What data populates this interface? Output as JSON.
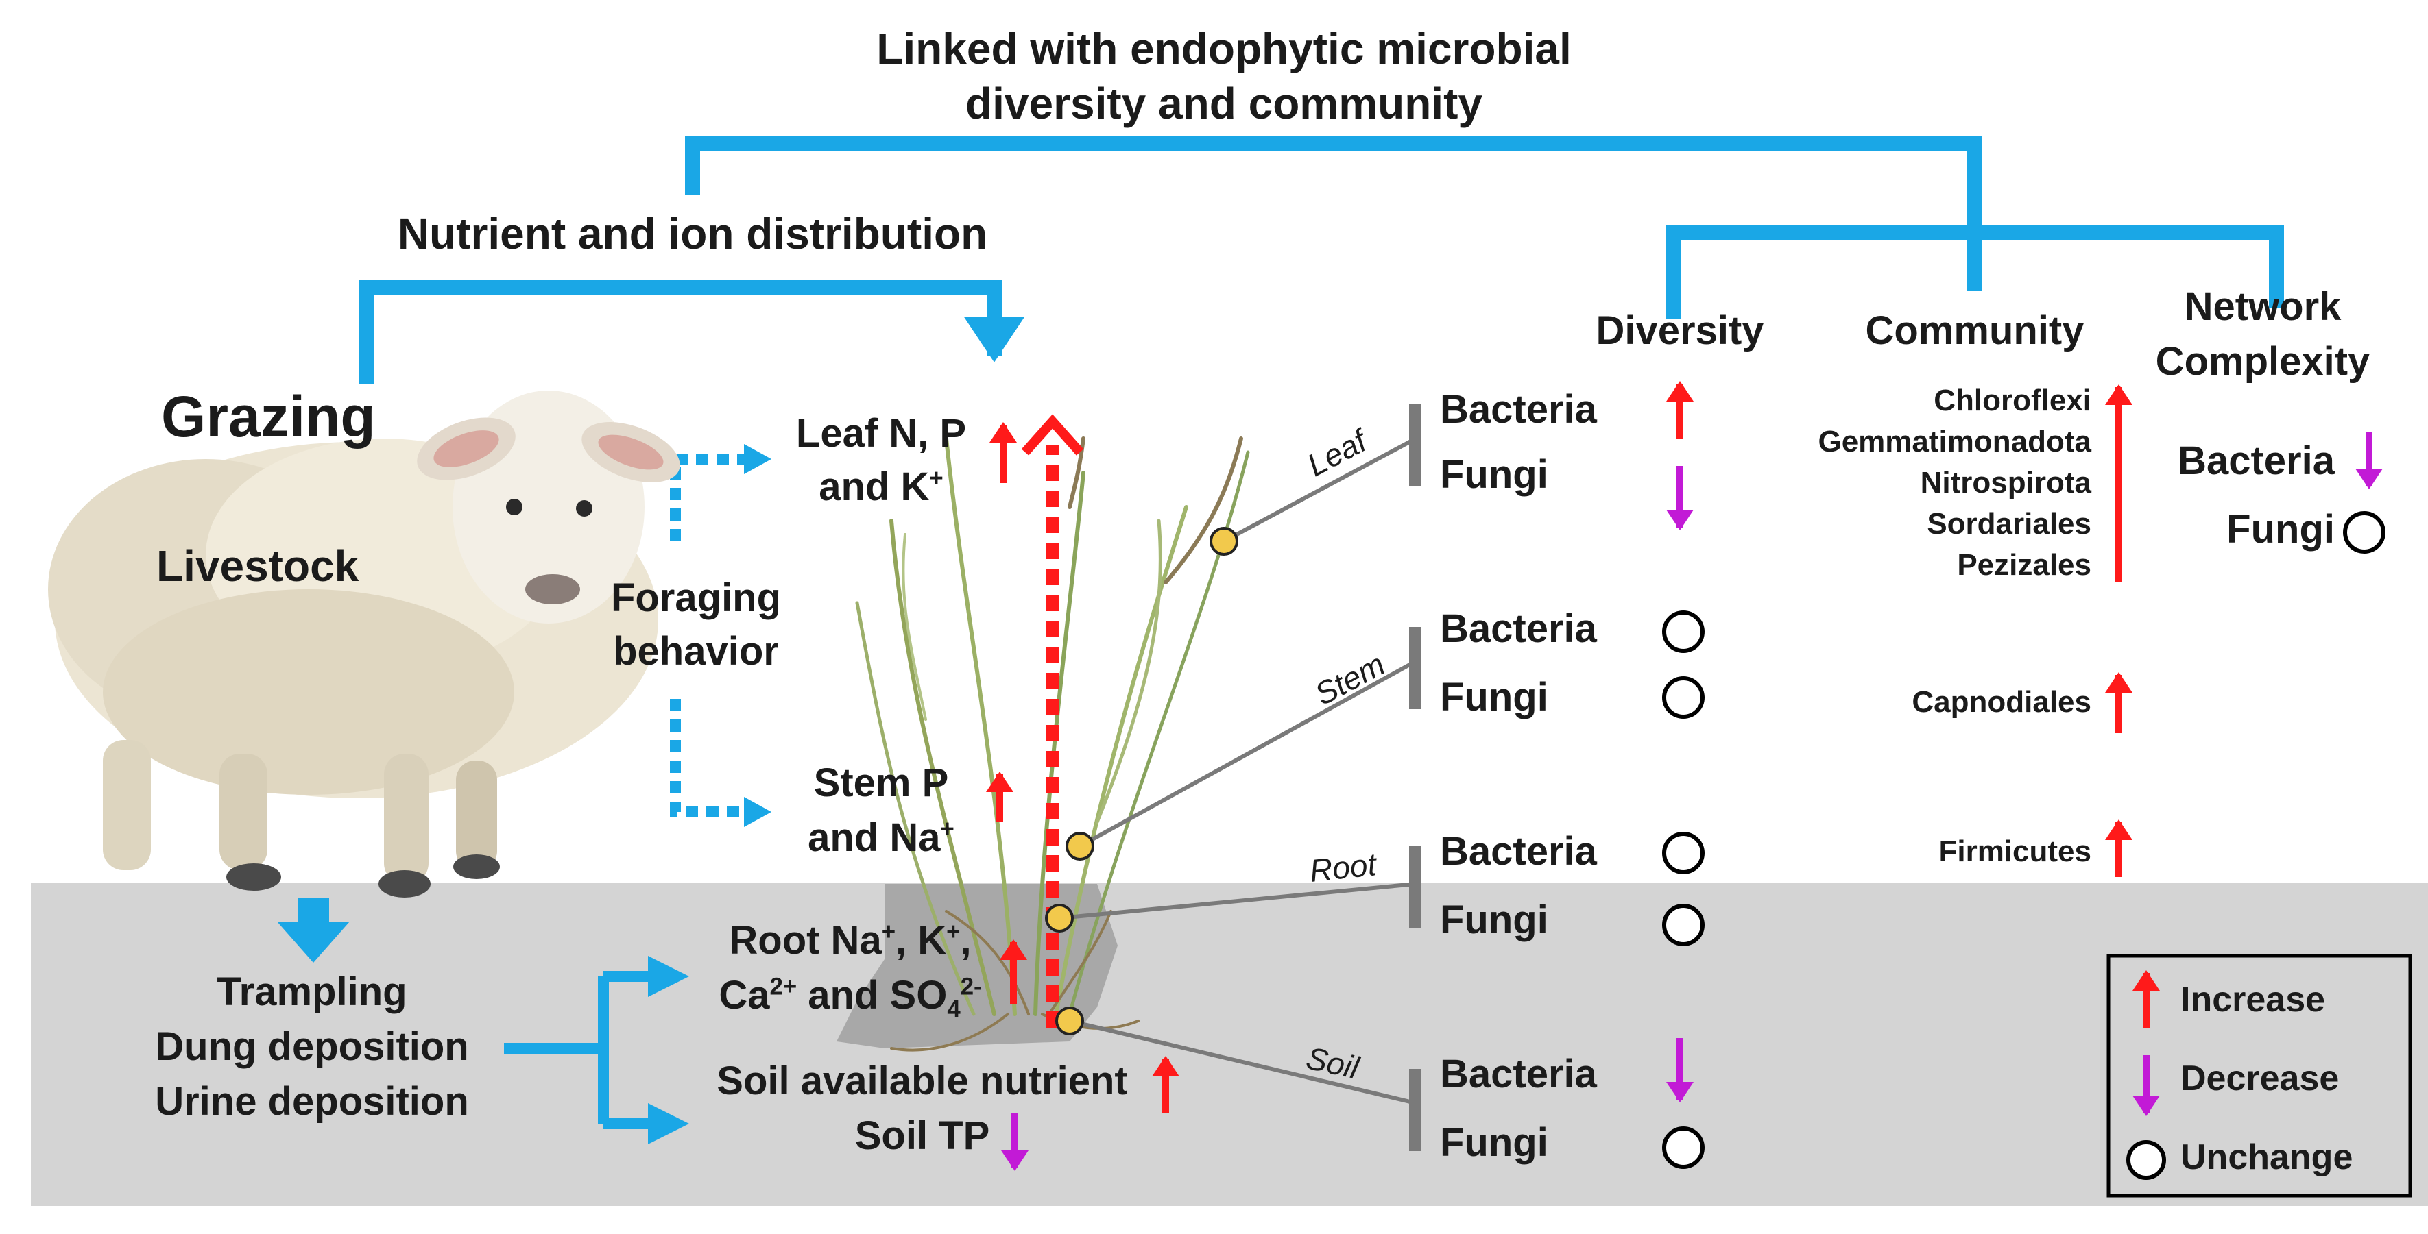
{
  "top": {
    "line1": "Linked with endophytic microbial",
    "line2": "diversity and community",
    "nutrient": "Nutrient and ion distribution"
  },
  "left": {
    "grazing": "Grazing",
    "livestock": "Livestock",
    "foraging1": "Foraging",
    "foraging2": "behavior",
    "trampling": "Trampling",
    "dung": "Dung deposition",
    "urine": "Urine deposition"
  },
  "plant": {
    "leaf1": "Leaf N, P",
    "leaf2a": "and K",
    "stem1": "Stem P",
    "stem2a": "and Na",
    "root1a": "Root Na",
    "root1b": ", K",
    "root1c": ",",
    "root2a": "Ca",
    "root2b": " and SO",
    "soil_nutrient": "Soil available nutrient",
    "soil_tp": "Soil TP",
    "sup_plus": "+",
    "sup_2plus": "2+",
    "sub_4": "4",
    "sup_2minus": "2-"
  },
  "compartments": {
    "leaf": "Leaf",
    "stem": "Stem",
    "root": "Root",
    "soil": "Soil"
  },
  "microbes": {
    "bacteria": "Bacteria",
    "fungi": "Fungi"
  },
  "headers": {
    "diversity": "Diversity",
    "community": "Community",
    "network1": "Network",
    "network2": "Complexity"
  },
  "community_taxa": {
    "leaf": [
      "Chloroflexi",
      "Gemmatimonadota",
      "Nitrospirota",
      "Sordariales",
      "Pezizales"
    ],
    "stem": "Capnodiales",
    "root": "Firmicutes"
  },
  "network": {
    "bacteria": "Bacteria",
    "fungi": "Fungi"
  },
  "legend": {
    "increase": "Increase",
    "decrease": "Decrease",
    "unchange": "Unchange"
  },
  "colors": {
    "blue": "#1aa7e6",
    "red": "#ff1a1a",
    "purple": "#c21ad6",
    "soil": "#d4d4d4",
    "node": "#f2c94c"
  }
}
